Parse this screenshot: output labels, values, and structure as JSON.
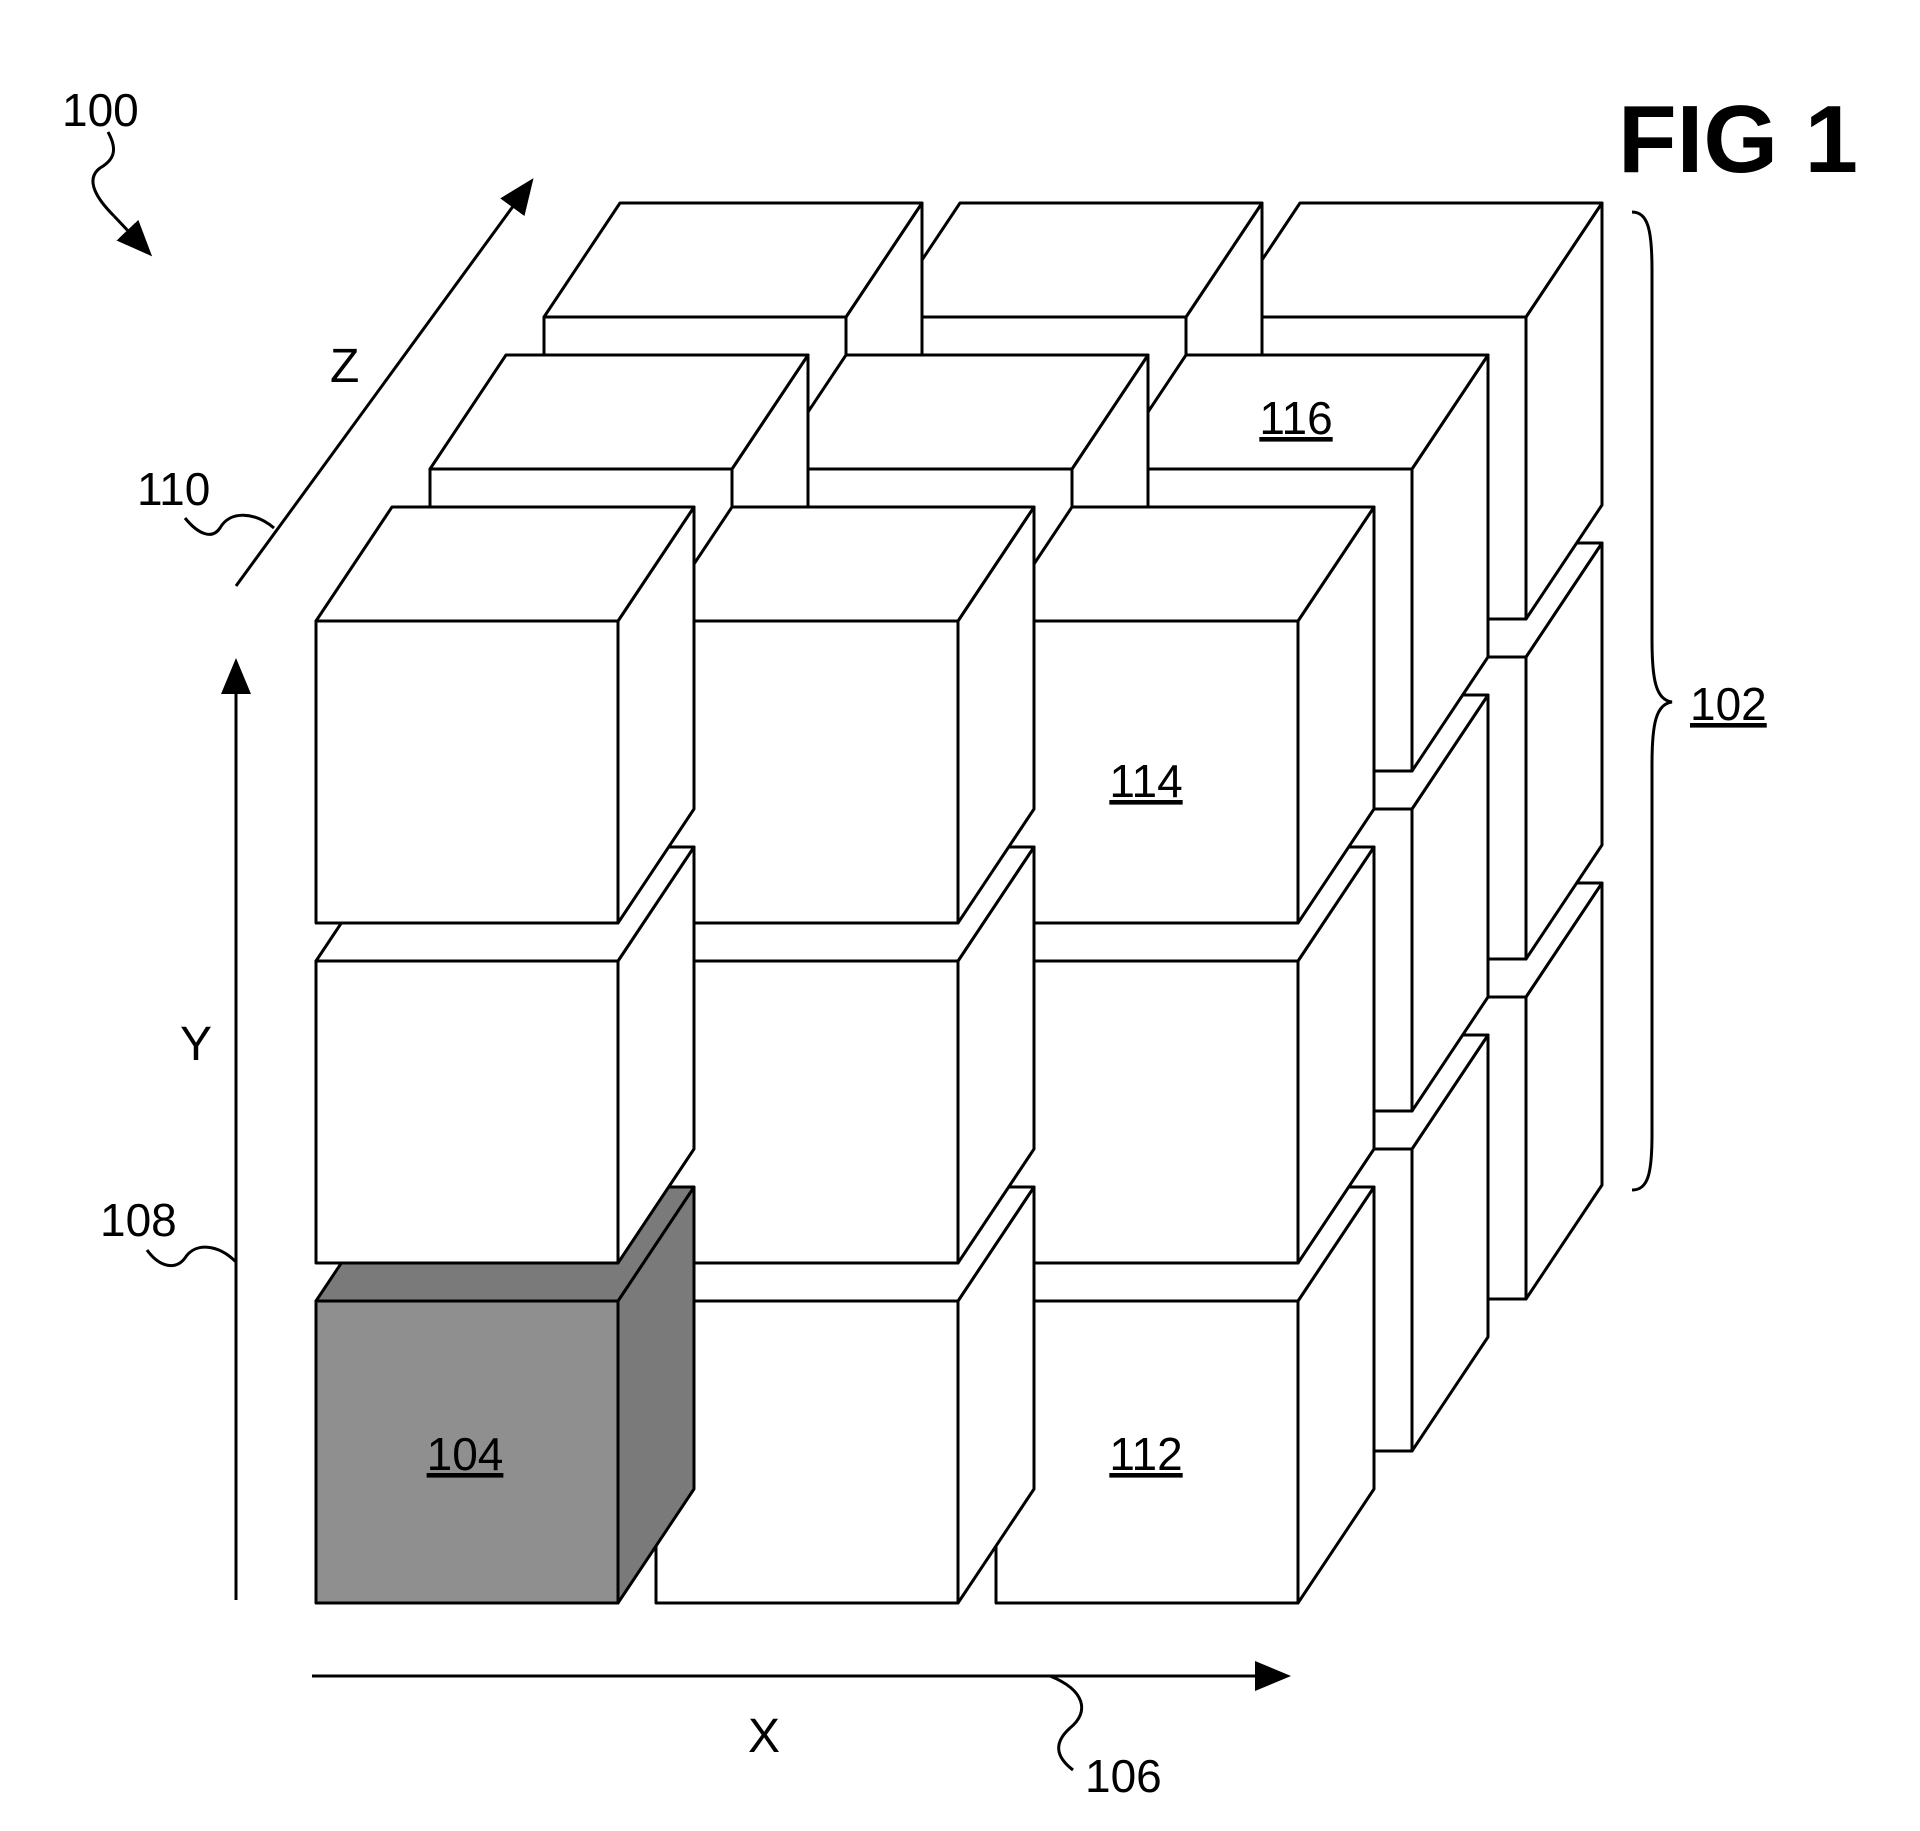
{
  "figure": {
    "title": "FIG 1",
    "figure_ref": "100",
    "grid": {
      "columns": 3,
      "rows": 3,
      "layers": 3
    },
    "colors": {
      "line": "#000000",
      "cube_face": "#ffffff",
      "highlight_face": "#8f8f8f",
      "highlight_side": "#7a7a7a"
    }
  },
  "axes": {
    "x": {
      "label": "X",
      "ref": "106"
    },
    "y": {
      "label": "Y",
      "ref": "108"
    },
    "z": {
      "label": "Z",
      "ref": "110"
    }
  },
  "labels": {
    "array_102": "102",
    "cube_104": "104",
    "cube_112": "112",
    "cube_114": "114",
    "cube_116": "116"
  },
  "highlighted_cube": "104"
}
